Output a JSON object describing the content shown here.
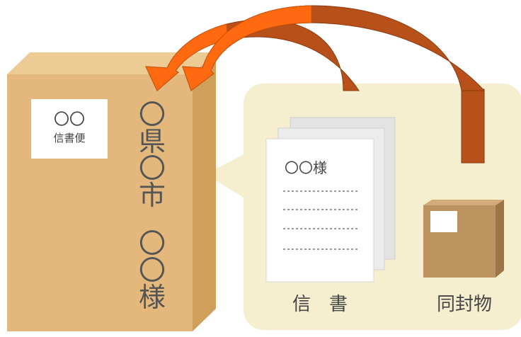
{
  "envelope": {
    "stamp_line1": "〇〇",
    "stamp_line2": "信書便",
    "address_chars": [
      "〇",
      "県",
      "〇",
      "市",
      "〇",
      "〇",
      "様"
    ]
  },
  "letter": {
    "salutation": "〇〇様",
    "caption": "信　書"
  },
  "enclosure": {
    "caption": "同封物"
  },
  "colors": {
    "envelope_front": "#e4b87c",
    "envelope_side": "#d0a05a",
    "bubble": "#f6efcf",
    "arrow_orange": "#ff6a10",
    "arrow_rust": "#b8501a",
    "package": "#bd9460"
  }
}
